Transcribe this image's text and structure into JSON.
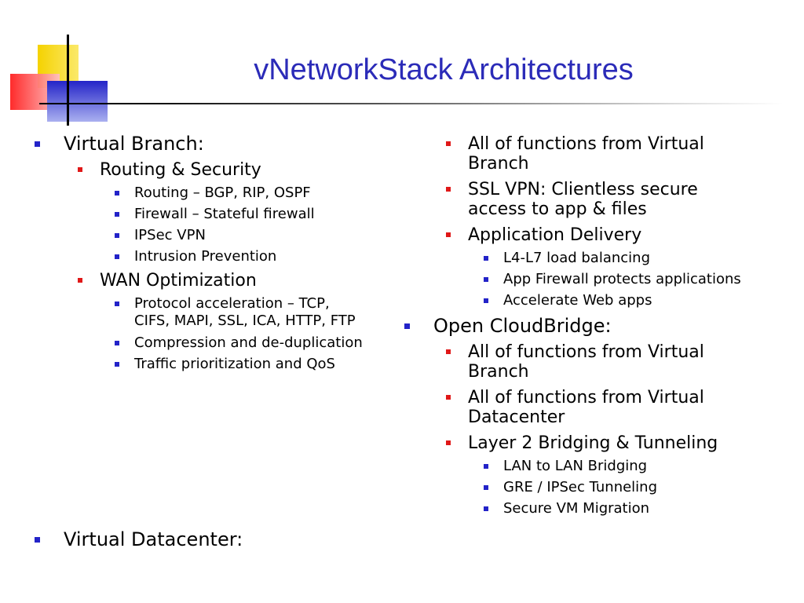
{
  "slide": {
    "title": "vNetworkStack Architectures",
    "left_column": {
      "virtual_branch": "Virtual Branch:",
      "routing_security": "Routing & Security",
      "routing_items": [
        "Routing – BGP, RIP, OSPF",
        "Firewall – Stateful firewall",
        "IPSec VPN",
        "Intrusion Prevention"
      ],
      "wan_optimization": "WAN Optimization",
      "wan_items": [
        "Protocol acceleration – TCP,\nCIFS, MAPI, SSL, ICA, HTTP, FTP",
        "Compression and de-duplication",
        "Traffic prioritization and QoS"
      ],
      "virtual_datacenter": "Virtual Datacenter:"
    },
    "right_column": {
      "datacenter_items": [
        "All of functions from Virtual\nBranch",
        "SSL VPN: Clientless secure\naccess to app & files",
        "Application Delivery"
      ],
      "app_delivery_items": [
        "L4-L7 load balancing",
        "App Firewall protects applications",
        "Accelerate Web apps"
      ],
      "open_cloudbridge": "Open CloudBridge:",
      "cloudbridge_items": [
        "All of functions from Virtual\nBranch",
        "All of functions from Virtual\nDatacenter",
        "Layer 2 Bridging & Tunneling"
      ],
      "bridging_items": [
        "LAN to LAN Bridging",
        "GRE / IPSec Tunneling",
        "Secure VM Migration"
      ]
    }
  }
}
